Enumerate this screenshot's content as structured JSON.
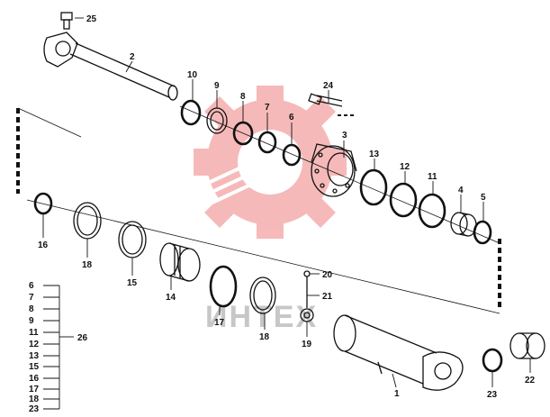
{
  "watermark": {
    "text": "ИНТЕХ",
    "color": "#f08080"
  },
  "callouts": [
    {
      "id": "c1",
      "label": "1"
    },
    {
      "id": "c2",
      "label": "2"
    },
    {
      "id": "c3",
      "label": "3"
    },
    {
      "id": "c4",
      "label": "4"
    },
    {
      "id": "c5",
      "label": "5"
    },
    {
      "id": "c6",
      "label": "6"
    },
    {
      "id": "c7",
      "label": "7"
    },
    {
      "id": "c8",
      "label": "8"
    },
    {
      "id": "c9",
      "label": "9"
    },
    {
      "id": "c10",
      "label": "10"
    },
    {
      "id": "c11",
      "label": "11"
    },
    {
      "id": "c12",
      "label": "12"
    },
    {
      "id": "c13",
      "label": "13"
    },
    {
      "id": "c14",
      "label": "14"
    },
    {
      "id": "c15",
      "label": "15"
    },
    {
      "id": "c16",
      "label": "16"
    },
    {
      "id": "c17",
      "label": "17"
    },
    {
      "id": "c18a",
      "label": "18"
    },
    {
      "id": "c18b",
      "label": "18"
    },
    {
      "id": "c19",
      "label": "19"
    },
    {
      "id": "c20",
      "label": "20"
    },
    {
      "id": "c21",
      "label": "21"
    },
    {
      "id": "c22",
      "label": "22"
    },
    {
      "id": "c23",
      "label": "23"
    },
    {
      "id": "c24",
      "label": "24"
    },
    {
      "id": "c25",
      "label": "25"
    }
  ],
  "kit": {
    "items": [
      "6",
      "7",
      "8",
      "9",
      "11",
      "12",
      "13",
      "15",
      "16",
      "17",
      "18",
      "23"
    ],
    "label": "26"
  }
}
